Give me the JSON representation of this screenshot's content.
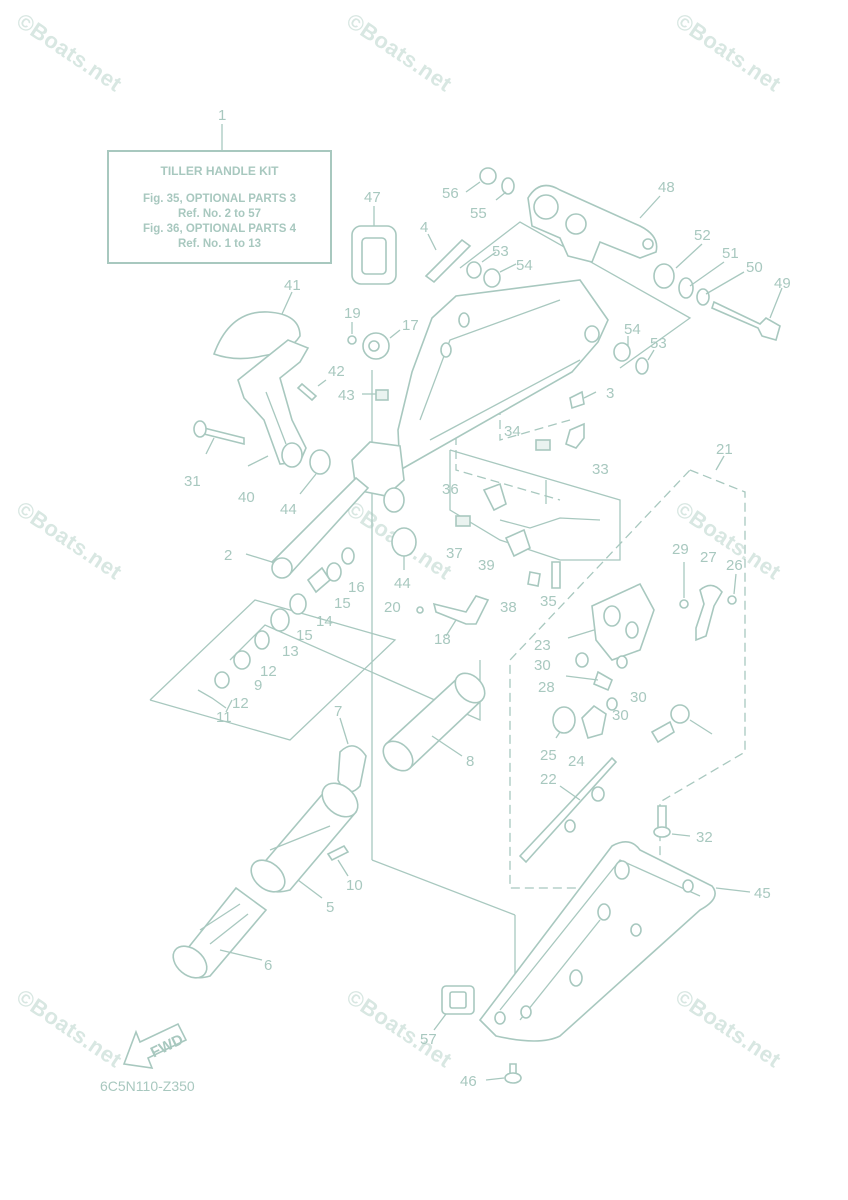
{
  "watermark": "©Boats.net",
  "kit_box": {
    "title": "TILLER HANDLE KIT",
    "line1": "Fig. 35, OPTIONAL PARTS 3",
    "line2": "Ref. No. 2 to 57",
    "line3": "Fig. 36, OPTIONAL PARTS 4",
    "line4": "Ref. No. 1 to 13"
  },
  "fwd_label": "FWD",
  "diagram_code": "6C5N110-Z350",
  "colors": {
    "line": "#a8c8bf",
    "watermark": "#d8e7e2",
    "background": "#ffffff"
  },
  "callouts": [
    "1",
    "2",
    "3",
    "3",
    "4",
    "5",
    "6",
    "7",
    "8",
    "9",
    "10",
    "11",
    "12",
    "12",
    "13",
    "14",
    "15",
    "15",
    "16",
    "17",
    "18",
    "19",
    "20",
    "21",
    "22",
    "23",
    "24",
    "25",
    "26",
    "27",
    "28",
    "29",
    "30",
    "30",
    "30",
    "31",
    "32",
    "33",
    "34",
    "35",
    "36",
    "37",
    "38",
    "39",
    "40",
    "41",
    "42",
    "43",
    "44",
    "44",
    "45",
    "46",
    "47",
    "48",
    "49",
    "50",
    "51",
    "52",
    "53",
    "53",
    "54",
    "54",
    "55",
    "56",
    "57"
  ]
}
